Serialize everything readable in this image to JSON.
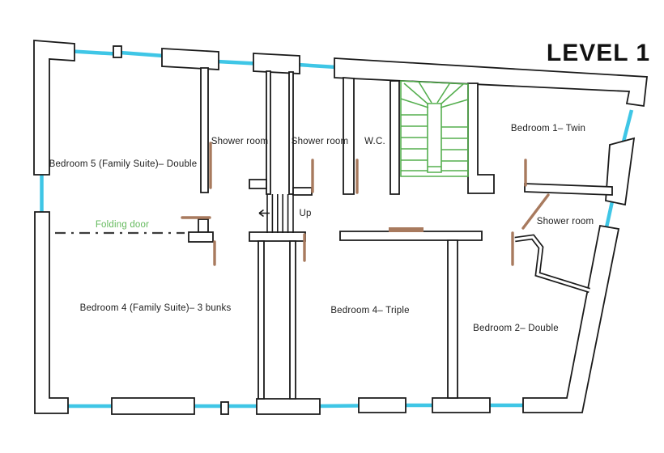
{
  "title": "LEVEL 1",
  "colors": {
    "wall": "#1a1a1a",
    "window": "#3fc6e6",
    "door": "#a87a5e",
    "stairs": "#55af4f",
    "folding_text": "#63b95c"
  },
  "rooms": {
    "bedroom5": "Bedroom 5 (Family Suite)– Double",
    "shower_room_1": "Shower room",
    "shower_room_2": "Shower room",
    "wc": "W.C.",
    "bedroom1": "Bedroom 1– Twin",
    "shower_room_3": "Shower room",
    "bedroom4_family": "Bedroom 4 (Family Suite)– 3 bunks",
    "bedroom4_triple": "Bedroom 4– Triple",
    "bedroom2": "Bedroom 2– Double"
  },
  "annotations": {
    "up": "Up",
    "folding_door": "Folding door"
  }
}
